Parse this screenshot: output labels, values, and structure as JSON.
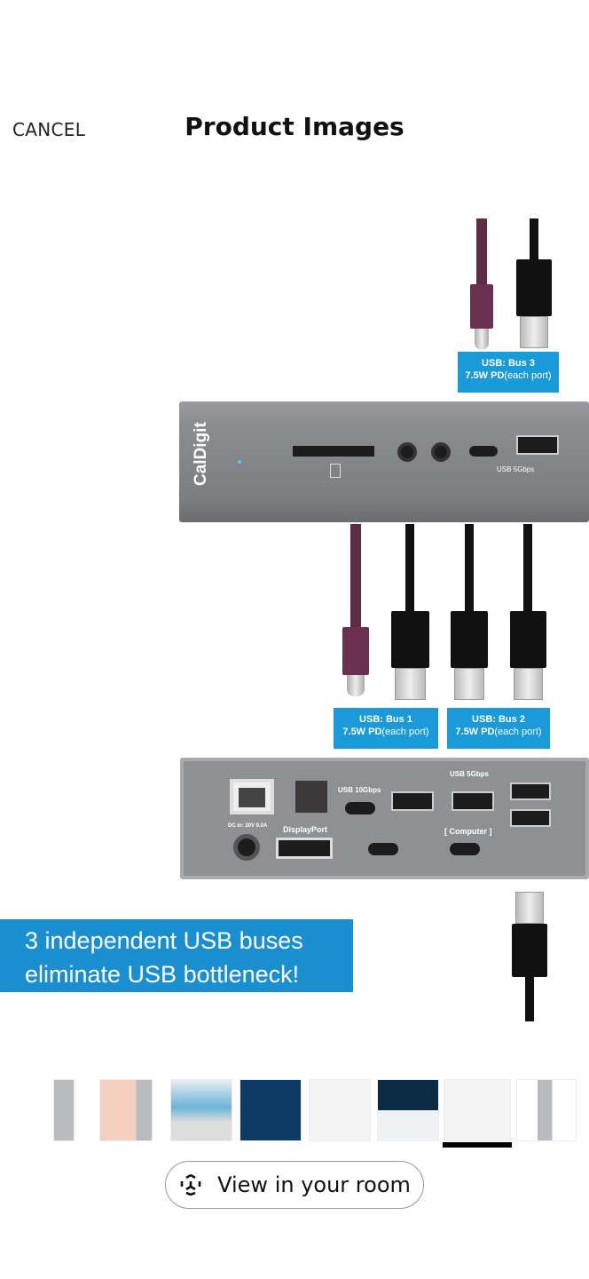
{
  "header": {
    "cancel_label": "CANCEL",
    "title": "Product Images"
  },
  "product_image": {
    "brand": "CalDigit",
    "label_bus3": {
      "line1": "USB: Bus 3",
      "line2_bold": "7.5W PD",
      "line2_rest": "(each port)"
    },
    "label_bus1": {
      "line1": "USB: Bus 1",
      "line2_bold": "7.5W PD",
      "line2_rest": "(each port)"
    },
    "label_bus2": {
      "line1": "USB: Bus 2",
      "line2_bold": "7.5W PD",
      "line2_rest": "(each port)"
    },
    "front_usb_text": "USB 5Gbps",
    "rear": {
      "usb5": "USB 5Gbps",
      "usb10": "USB 10Gbps",
      "dc": "DC in: 20V 9.0A",
      "dp": "DisplayPort",
      "computer": "[ Computer ]"
    },
    "banner": {
      "line1": "3 independent USB buses",
      "line2": "eliminate USB bottleneck!"
    }
  },
  "thumbnails": {
    "count": 8,
    "selected_index": 6
  },
  "view_in_room": {
    "label": "View in your room",
    "icon": "ar-cube-icon"
  },
  "colors": {
    "accent_blue": "#1a9ad8",
    "selected_underline": "#000000"
  }
}
